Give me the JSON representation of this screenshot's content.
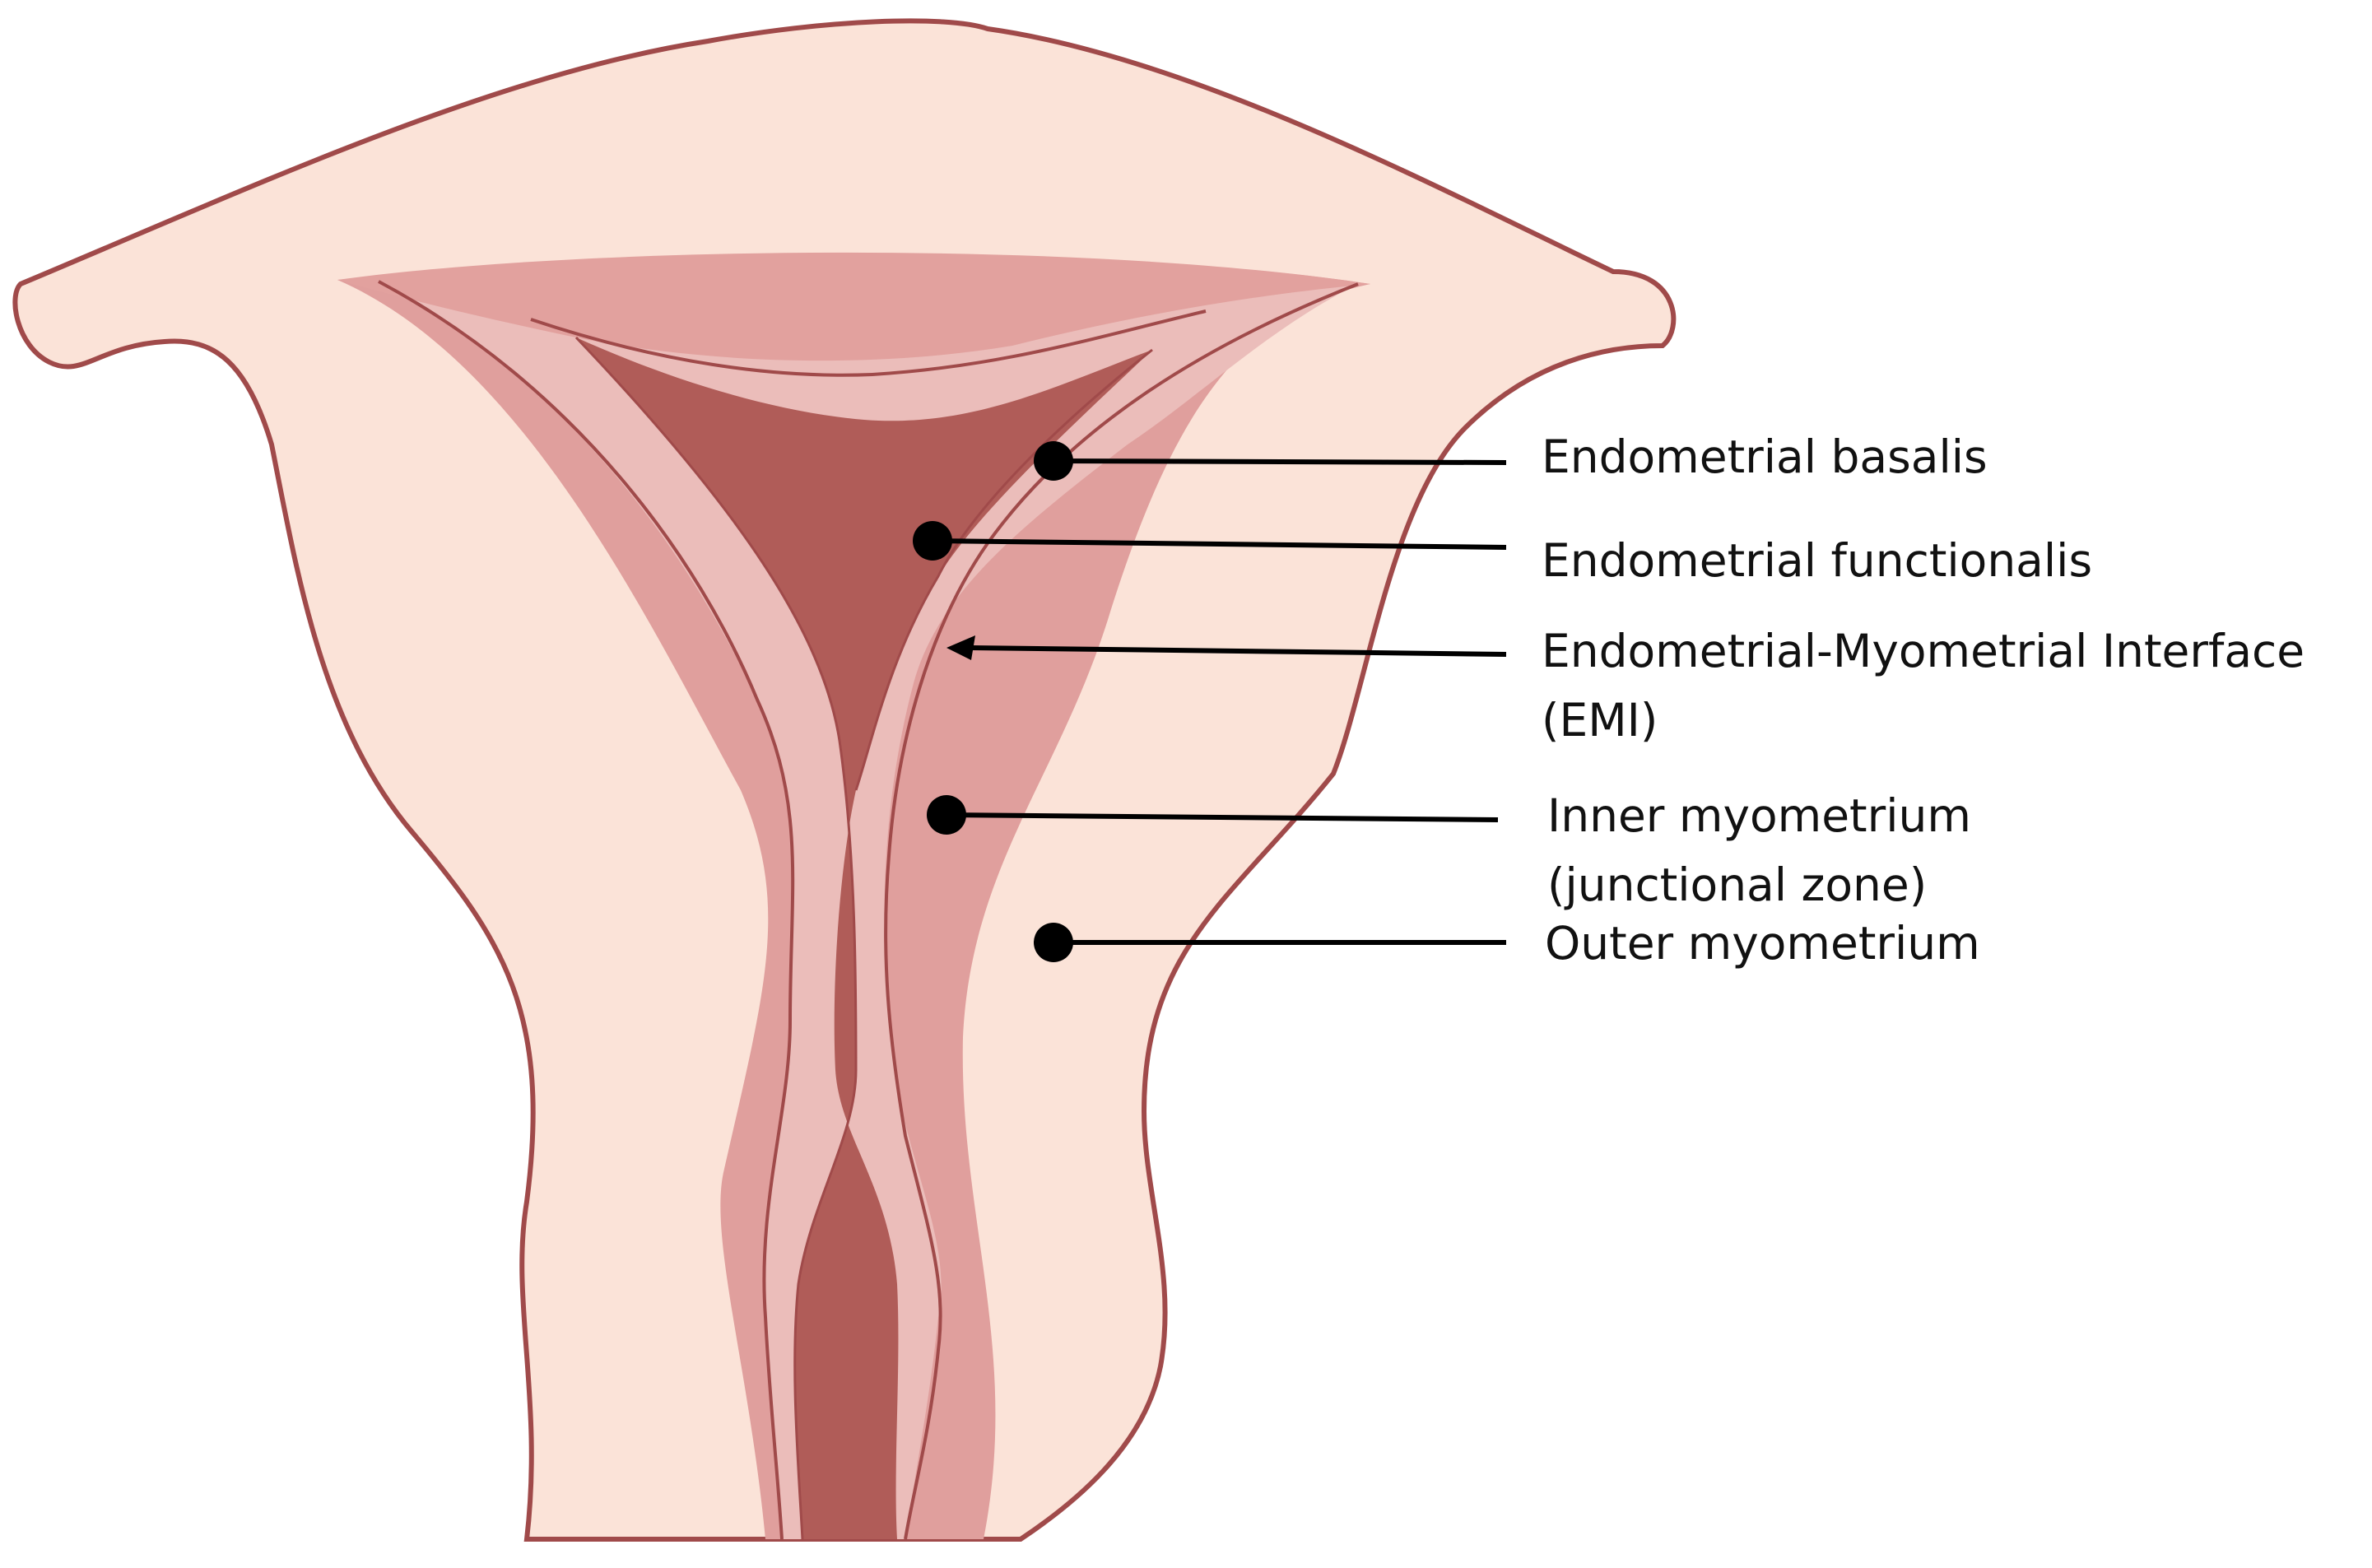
{
  "labels": {
    "basalis": "Endometrial basalis",
    "functionalis": "Endometrial functionalis",
    "emi_line1": "Endometrial-Myometrial Interface",
    "emi_line2": "(EMI)",
    "inner_line1": "Inner myometrium",
    "inner_line2": "(junctional zone)",
    "outer": "Outer myometrium"
  },
  "colors": {
    "outer_myometrium": "#fbe3d8",
    "outline": "#a04a4a",
    "junctional_zone": "#e09f9d",
    "basalis": "#ebbdba",
    "functionalis": "#b05c58",
    "cavity_top": "#e2a19e"
  }
}
